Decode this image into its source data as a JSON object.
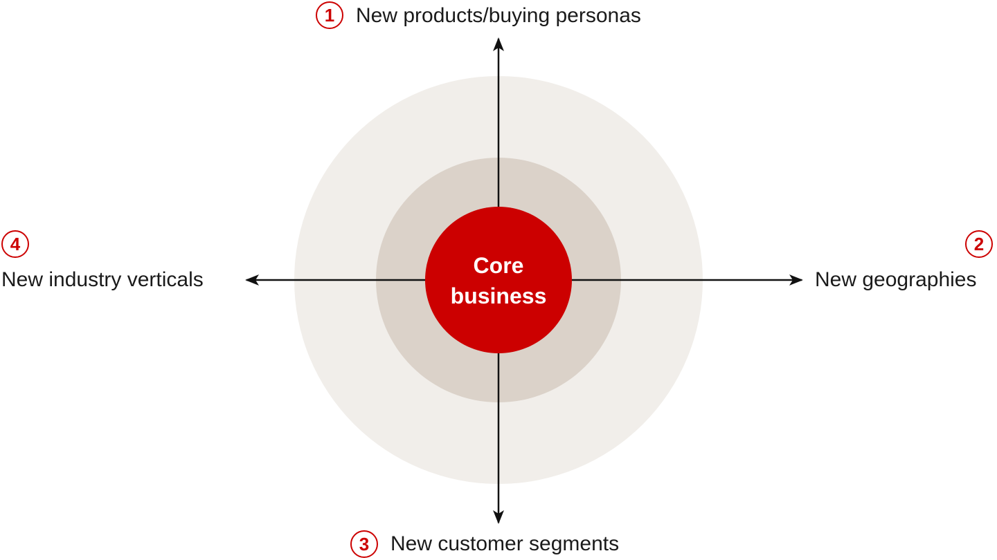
{
  "colors": {
    "accent": "#cc0000",
    "outer_ring": "#f1eeea",
    "inner_ring": "#dbd2c9",
    "arrow": "#111111",
    "text": "#1a1a1a"
  },
  "core": {
    "line1": "Core",
    "line2": "business"
  },
  "directions": {
    "top": {
      "number": "1",
      "label": "New products/buying personas"
    },
    "right": {
      "number": "2",
      "label": "New geographies"
    },
    "bottom": {
      "number": "3",
      "label": "New customer segments"
    },
    "left": {
      "number": "4",
      "label": "New industry verticals"
    }
  }
}
